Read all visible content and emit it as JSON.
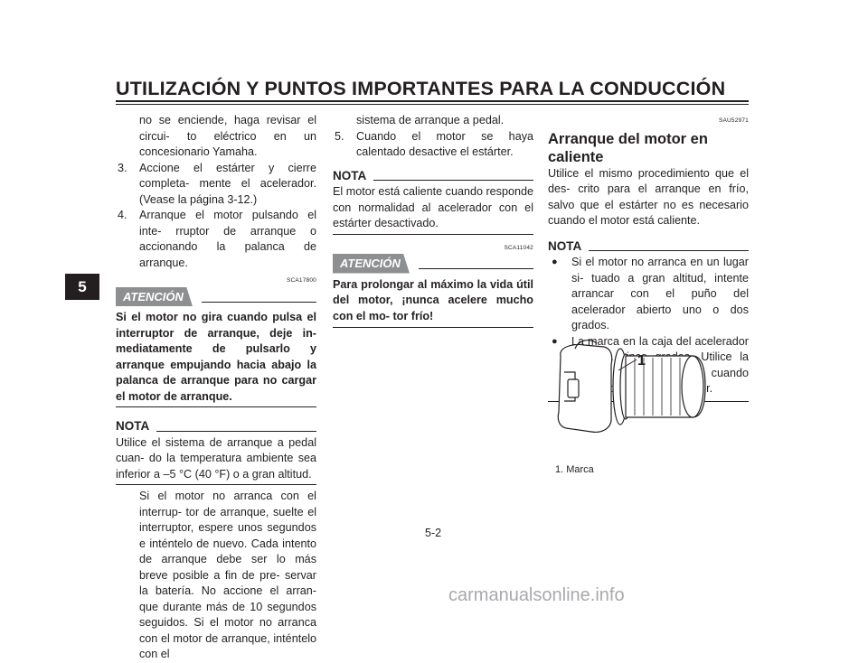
{
  "header": {
    "title": "UTILIZACIÓN Y PUNTOS IMPORTANTES PARA LA CONDUCCIÓN"
  },
  "tab": {
    "number": "5"
  },
  "col1": {
    "cont": "no se enciende, haga revisar el circui- to eléctrico en un concesionario Yamaha.",
    "steps": [
      {
        "n": "3.",
        "t": "Accione el estárter y cierre completa- mente el acelerador. (Vease la página 3-12.)"
      },
      {
        "n": "4.",
        "t": "Arranque el motor pulsando el inte- rruptor de arranque o accionando la palanca de arranque."
      }
    ],
    "code1": "SCA17800",
    "atencion1": "ATENCIÓN",
    "warn1": "Si el motor no gira cuando pulsa el interruptor de arranque, deje in- mediatamente de pulsarlo y arranque empujando hacia abajo la palanca de arranque para no cargar el motor de arranque.",
    "nota_label": "NOTA",
    "nota_text": "Utilice el sistema de arranque a pedal cuan- do la temperatura ambiente sea inferior a –5 °C (40 °F) o a gran altitud.",
    "para": "Si el motor no arranca con el interrup- tor de arranque, suelte el interruptor, espere unos segundos e inténtelo de nuevo. Cada intento de arranque debe ser lo más breve posible a fin de pre- servar la batería. No accione el arran- que durante más de 10 segundos seguidos. Si el motor no arranca con el motor de arranque, inténtelo con el"
  },
  "col2": {
    "cont": "sistema de arranque a pedal.",
    "step5": {
      "n": "5.",
      "t": "Cuando el motor se haya calentado desactive el estárter."
    },
    "nota_label": "NOTA",
    "nota_text": "El motor está caliente cuando responde con normalidad al acelerador con el estárter desactivado.",
    "code2": "SCA11042",
    "atencion2": "ATENCIÓN",
    "warn2": "Para prolongar al máximo la vida útil del motor, ¡nunca acelere mucho con el mo- tor frío!"
  },
  "col3": {
    "code3": "SAU52971",
    "heading": "Arranque del motor en caliente",
    "para": "Utilice el mismo procedimiento que el des- crito para el arranque en frío, salvo que el estárter no es necesario cuando el motor está caliente.",
    "nota_label": "NOTA",
    "bullets": [
      "Si el motor no arranca en un lugar si- tuado a gran altitud, intente arrancar con el puño del acelerador abierto uno o dos grados.",
      "La marca en la caja del acelerador in- dica cinco grados. Utilice la marca como referencia cuando abra el puño del acelerador."
    ],
    "callout": "1",
    "caption": "1.  Marca"
  },
  "footer": {
    "page": "5-2",
    "watermark": "carmanualsonline.info"
  }
}
